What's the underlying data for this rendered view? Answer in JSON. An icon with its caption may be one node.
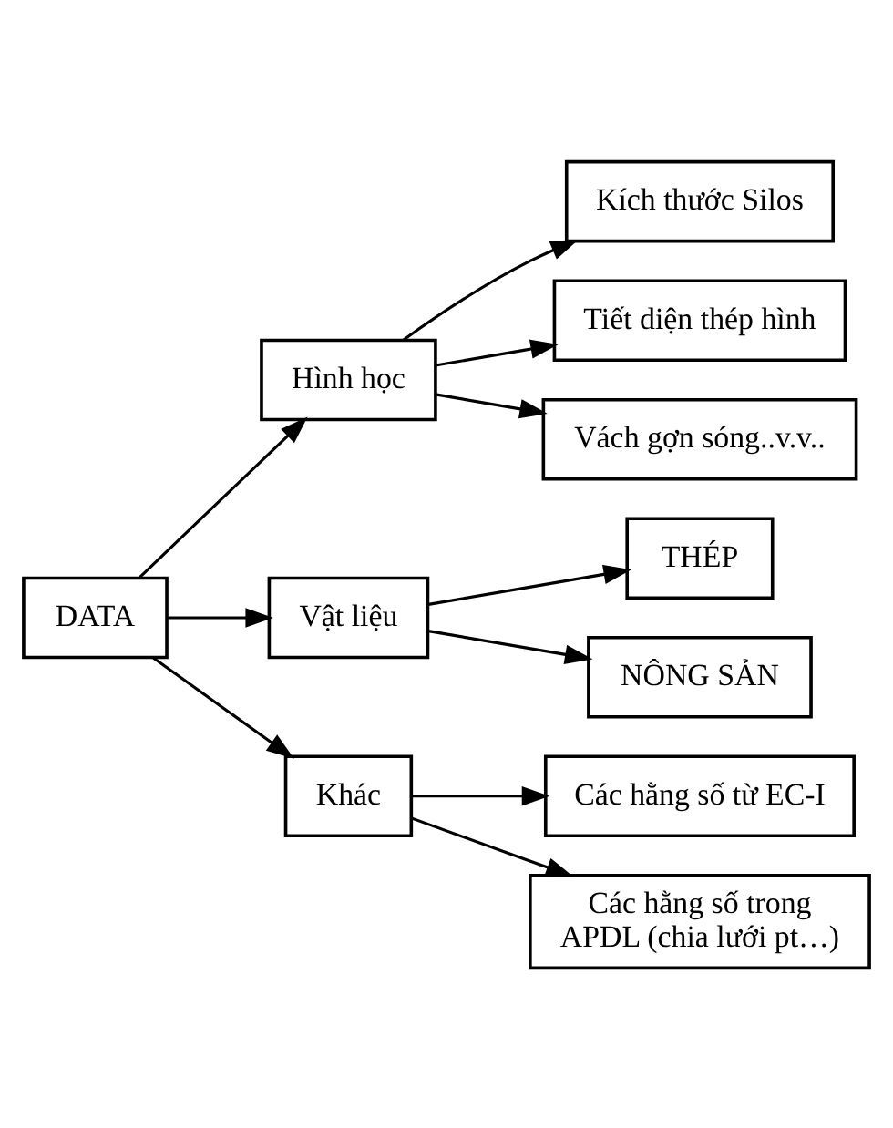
{
  "diagram": {
    "nodes": [
      {
        "text": [
          "DATA"
        ]
      },
      {
        "text": [
          "Hình học"
        ]
      },
      {
        "text": [
          "Kích thước Silos"
        ]
      },
      {
        "text": [
          "Tiết diện thép hình"
        ]
      },
      {
        "text": [
          "Vách gợn sóng..v.v.."
        ]
      },
      {
        "text": [
          "Vật liệu"
        ]
      },
      {
        "text": [
          "THÉP"
        ]
      },
      {
        "text": [
          "NÔNG SẢN"
        ]
      },
      {
        "text": [
          "Khác"
        ]
      },
      {
        "text": [
          "Các hằng số từ EC-I"
        ]
      },
      {
        "text": [
          "Các hằng số trong APDL (chia lưới pt…)"
        ]
      }
    ],
    "edges": [
      {
        "from": 0,
        "to": 1,
        "arrow": "to"
      },
      {
        "from": 0,
        "to": 5,
        "arrow": "to"
      },
      {
        "from": 0,
        "to": 8,
        "arrow": "to"
      },
      {
        "from": 1,
        "to": 2,
        "arrow": "to"
      },
      {
        "from": 1,
        "to": 3,
        "arrow": "to"
      },
      {
        "from": 1,
        "to": 4,
        "arrow": "to"
      },
      {
        "from": 5,
        "to": 6,
        "arrow": "to"
      },
      {
        "from": 5,
        "to": 7,
        "arrow": "to"
      },
      {
        "from": 8,
        "to": 9,
        "arrow": "to"
      },
      {
        "from": 8,
        "to": 10,
        "arrow": "to"
      }
    ]
  }
}
